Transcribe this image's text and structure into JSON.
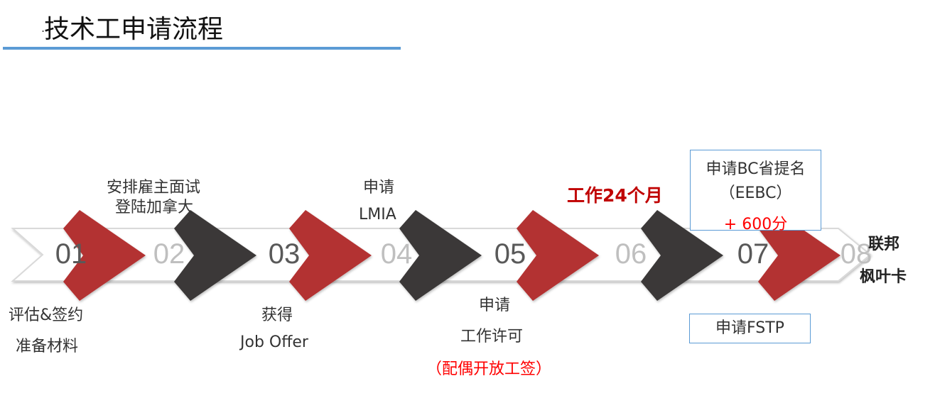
{
  "title": "技术工申请流程",
  "title_prefix": ".",
  "colors": {
    "red": "#b33030",
    "dark": "#3a3937",
    "accent": "#5b9bd5"
  },
  "steps": [
    "01",
    "02",
    "03",
    "04",
    "05",
    "06",
    "07",
    "08"
  ],
  "labels": {
    "s1": [
      "评估&签约",
      "准备材料"
    ],
    "s2": [
      "安排雇主面试",
      "登陆加拿大"
    ],
    "s3": [
      "获得",
      "Job Offer"
    ],
    "s4": [
      "申请",
      "LMIA"
    ],
    "s5": [
      "申请",
      "工作许可",
      "（配偶开放工签）"
    ],
    "s6": "工作24个月",
    "s7_top": [
      "申请BC省提名",
      "（EEBC）",
      "+ 600分"
    ],
    "s7_bottom": "申请FSTP",
    "s8": [
      "联邦",
      "枫叶卡"
    ]
  }
}
